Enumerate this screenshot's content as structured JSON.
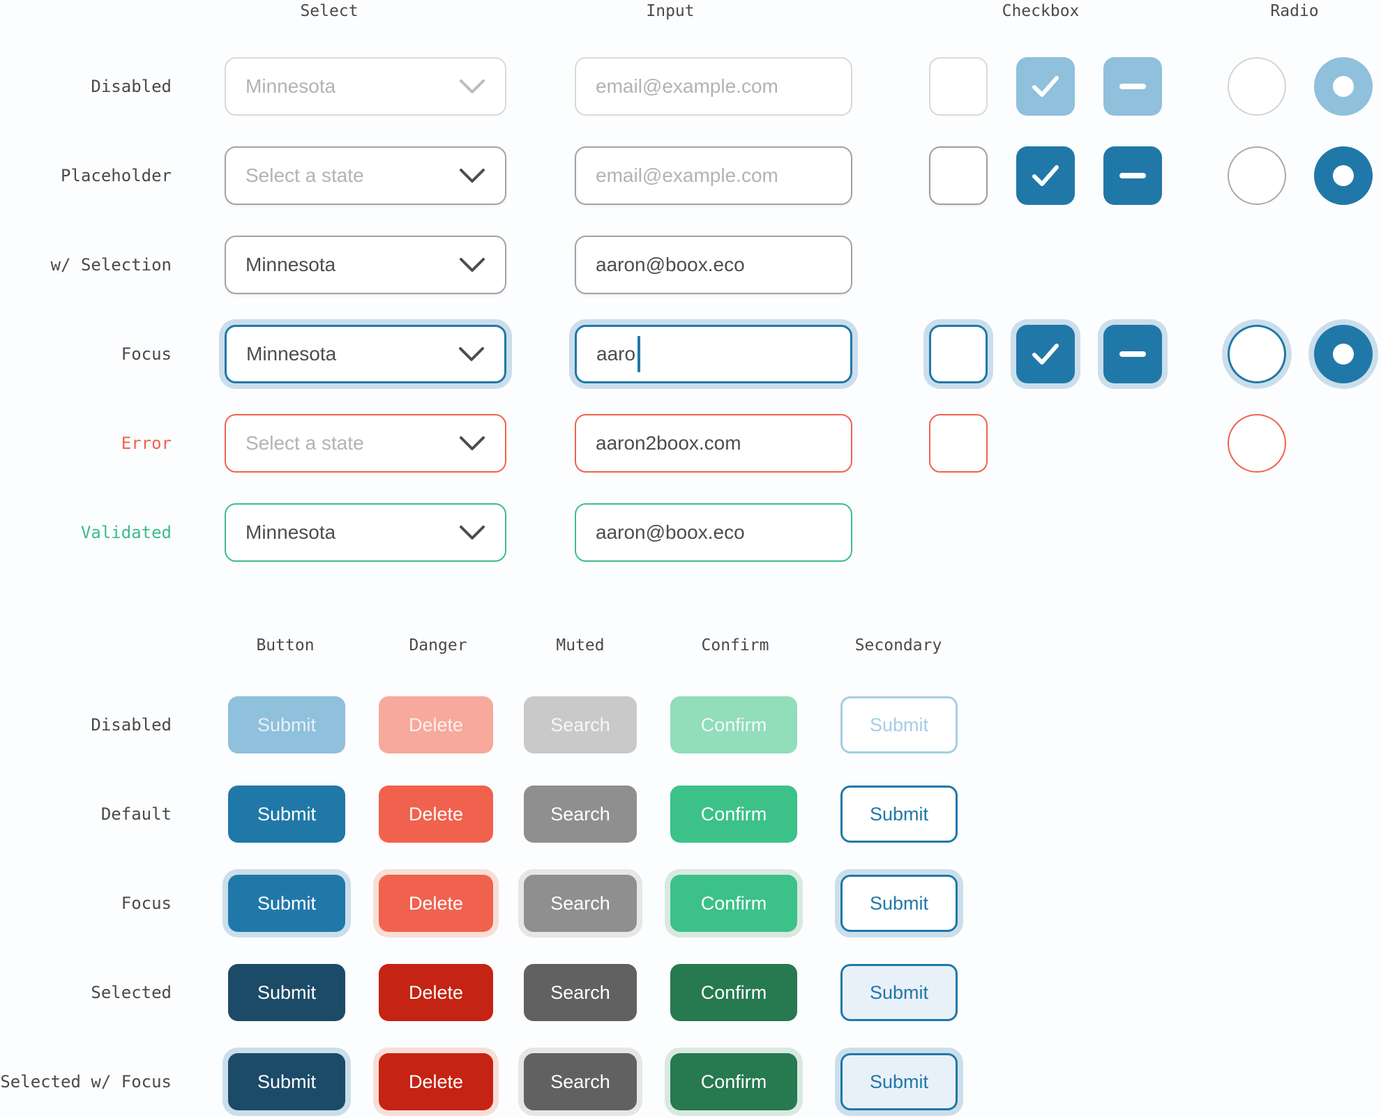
{
  "form": {
    "column_headers": [
      "Select",
      "Input",
      "Checkbox",
      "Radio"
    ],
    "rows": [
      {
        "label": "Disabled",
        "select": "Minnesota",
        "input": "email@example.com"
      },
      {
        "label": "Placeholder",
        "select": "Select a state",
        "input": "email@example.com"
      },
      {
        "label": "w/ Selection",
        "select": "Minnesota",
        "input": "aaron@boox.eco"
      },
      {
        "label": "Focus",
        "select": "Minnesota",
        "input": "aaro"
      },
      {
        "label": "Error",
        "select": "Select a state",
        "input": "aaron2boox.com"
      },
      {
        "label": "Validated",
        "select": "Minnesota",
        "input": "aaron@boox.eco"
      }
    ]
  },
  "buttons": {
    "column_headers": [
      "Button",
      "Danger",
      "Muted",
      "Confirm",
      "Secondary"
    ],
    "row_labels": [
      "Disabled",
      "Default",
      "Focus",
      "Selected",
      "Selected w/ Focus"
    ],
    "labels": [
      "Submit",
      "Delete",
      "Search",
      "Confirm",
      "Submit"
    ]
  },
  "icons": {
    "chevron_down": "⌄",
    "check": "✓",
    "indeterminate": "−",
    "radio_dot": "●",
    "text_cursor": "|"
  },
  "colors": {
    "primary": "#2078a9",
    "primary_disabled": "#8fc0dc",
    "primary_selected": "#1c4b68",
    "secondary_disabled": "#a5cee5",
    "secondary_selected_bg": "#e9f1f8",
    "danger": "#f0624e",
    "danger_disabled": "#f7a99c",
    "danger_selected": "#c52314",
    "muted": "#8f8f8f",
    "muted_disabled": "#c9c9c9",
    "muted_selected": "#616161",
    "confirm": "#3cc189",
    "confirm_disabled": "#92ddba",
    "confirm_selected": "#27794f",
    "error": "#f0624e",
    "valid": "#3cbd88",
    "ring_blue": "#cbdeeb",
    "ring_red": "#f8ded7",
    "ring_gray": "#e6e6e4",
    "ring_green": "#d9e9e0",
    "text_dark": "#4d4d4d",
    "text_placeholder": "#b3b3b3",
    "border_default": "#a3a3a3",
    "border_disabled": "#d9d9d9",
    "label": "#4a4a4a"
  }
}
